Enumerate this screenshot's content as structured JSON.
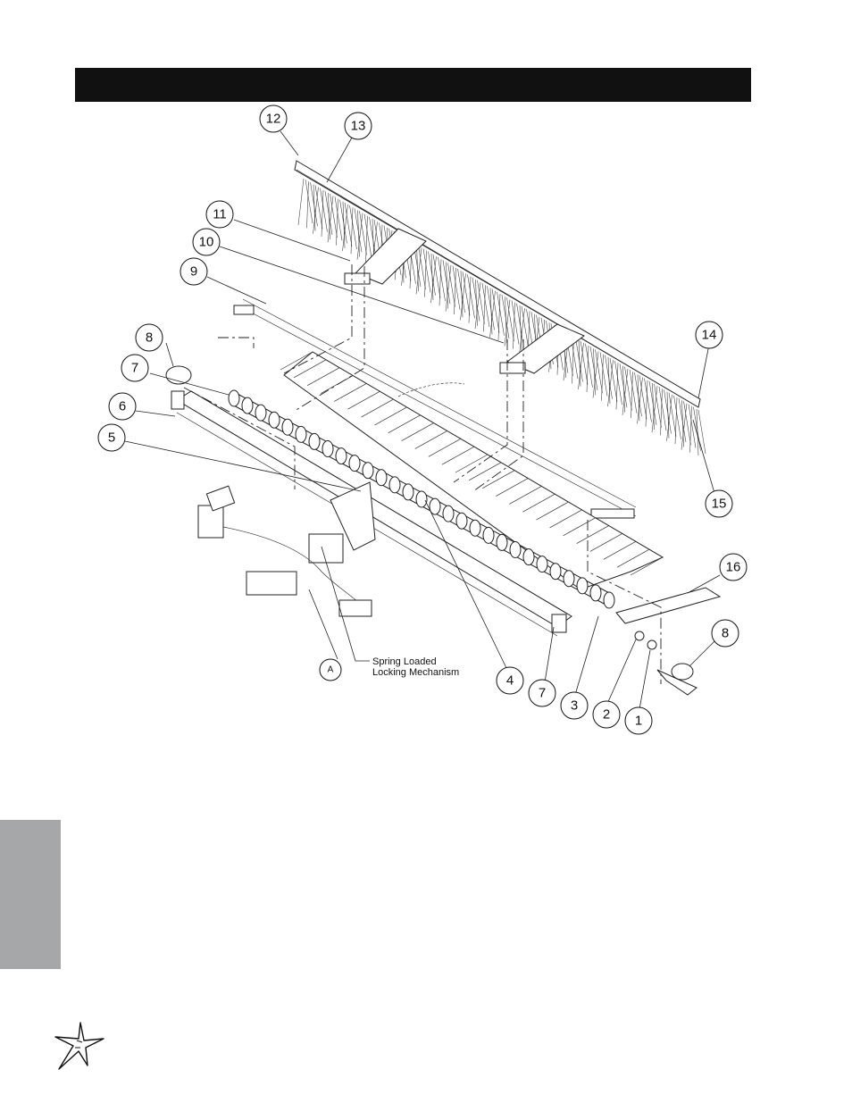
{
  "header": {
    "title": ""
  },
  "diagram": {
    "callouts": [
      {
        "id": "12",
        "label": "12"
      },
      {
        "id": "13",
        "label": "13"
      },
      {
        "id": "11",
        "label": "11"
      },
      {
        "id": "10",
        "label": "10"
      },
      {
        "id": "9",
        "label": "9"
      },
      {
        "id": "8a",
        "label": "8"
      },
      {
        "id": "7a",
        "label": "7"
      },
      {
        "id": "6",
        "label": "6"
      },
      {
        "id": "5",
        "label": "5"
      },
      {
        "id": "14",
        "label": "14"
      },
      {
        "id": "15",
        "label": "15"
      },
      {
        "id": "16",
        "label": "16"
      },
      {
        "id": "8b",
        "label": "8"
      },
      {
        "id": "4",
        "label": "4"
      },
      {
        "id": "7b",
        "label": "7"
      },
      {
        "id": "3",
        "label": "3"
      },
      {
        "id": "2",
        "label": "2"
      },
      {
        "id": "1",
        "label": "1"
      },
      {
        "id": "A",
        "label": "A"
      }
    ],
    "note": "Spring Loaded\nLocking Mechanism"
  },
  "colors": {
    "header_bar": "#111111",
    "side_tab": "#a6a7a9"
  },
  "icons": {
    "logo": "star-logo-icon"
  }
}
